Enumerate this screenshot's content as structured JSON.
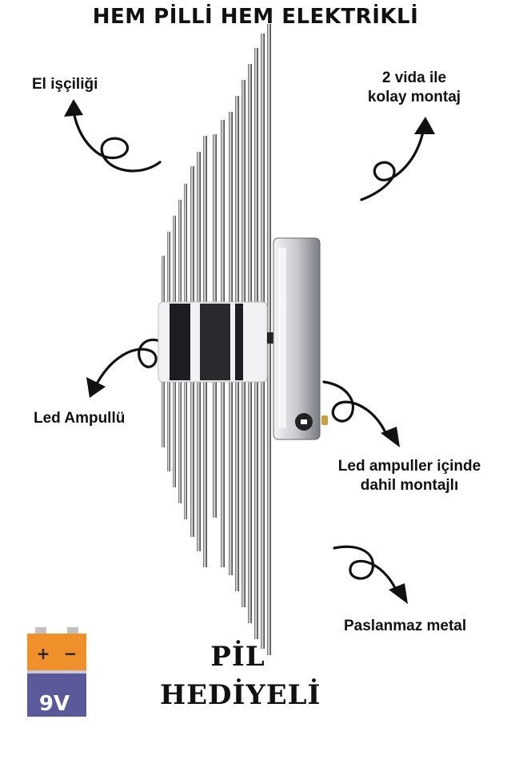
{
  "title": "HEM PİLLİ HEM ELEKTRİKLİ",
  "callouts": {
    "handmade": "El işçiliği",
    "mounting_line1": "2 vida ile",
    "mounting_line2": "kolay montaj",
    "led_bulb": "Led Ampullü",
    "led_included_line1": "Led ampuller içinde",
    "led_included_line2": "dahil montajlı",
    "stainless": "Paslanmaz metal"
  },
  "gift": {
    "line1": "PİL",
    "line2": "HEDİYELİ"
  },
  "battery": {
    "plus": "+",
    "minus": "−",
    "label": "9V",
    "top_color": "#f0902a",
    "bottom_color": "#5a5a9a"
  },
  "colors": {
    "text": "#111111",
    "arrow": "#111111",
    "chrome_light": "#e8e8ec",
    "chrome_dark": "#4a4a50"
  }
}
